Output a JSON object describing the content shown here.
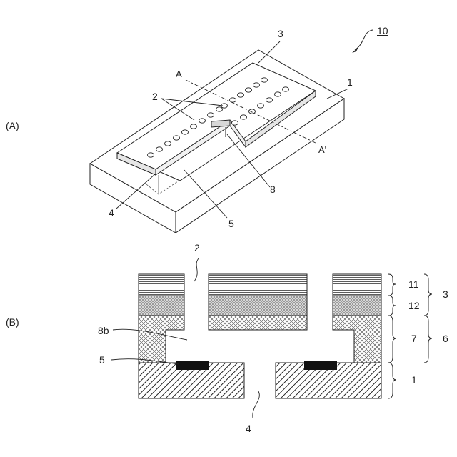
{
  "figure": {
    "ref_number": "10",
    "panel_a_label": "(A)",
    "panel_b_label": "(B)"
  },
  "panel_a": {
    "labels": {
      "membrane_chip": "3",
      "substrate": "1",
      "pores": "2",
      "section_start": "A",
      "section_end": "A'",
      "channel_gap": "8",
      "inlet": "4",
      "electrode": "5"
    }
  },
  "panel_b": {
    "labels": {
      "pore": "2",
      "through_hole": "4",
      "electrode": "5",
      "cavity": "8b",
      "layer_top": "11",
      "layer_mid": "12",
      "layer_spacer": "7",
      "layer_substrate": "1",
      "group_membrane": "3",
      "group_spacer": "6"
    }
  }
}
